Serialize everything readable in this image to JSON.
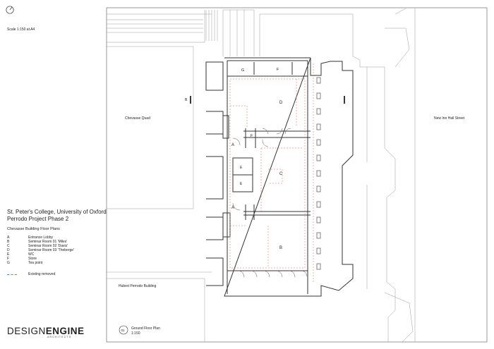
{
  "scale_note": "Scale 1:150 at A4",
  "project": {
    "line1": "St. Peter's College, University of Oxford",
    "line2": "Perrodo Project Phase 2"
  },
  "subtitle": "Chevasse Building Floor Plans",
  "legend": [
    {
      "key": "A",
      "label": "Entrance Lobby"
    },
    {
      "key": "B",
      "label": "Seminar Room 01 'Miles'"
    },
    {
      "key": "C",
      "label": "Seminar Room 02 'Davis'"
    },
    {
      "key": "D",
      "label": "Seminar Room 03 'Theberge'"
    },
    {
      "key": "E",
      "label": "WC"
    },
    {
      "key": "F",
      "label": "Store"
    },
    {
      "key": "G",
      "label": "Tea point"
    }
  ],
  "existing_removed": "Existing removed",
  "logo": {
    "part1": "DESIGN",
    "part2": "ENGINE",
    "sub": "ARCHITECTS"
  },
  "drawing": {
    "number": "01",
    "title": "Ground Floor Plan",
    "scale": "1:150"
  },
  "places": {
    "quad": "Chevasse Quad",
    "street": "New Inn Hall Street",
    "hubert": "Hubert Perrodo Building"
  },
  "section_marker": "B",
  "room_labels": {
    "A1": "A",
    "A2": "A",
    "B": "B",
    "C": "C",
    "D": "D",
    "E1": "E",
    "E2": "E",
    "F1": "F",
    "F2": "F",
    "G": "G"
  },
  "colors": {
    "line": "#333333",
    "light": "#9a9a9a",
    "red": "#e05a5a"
  }
}
